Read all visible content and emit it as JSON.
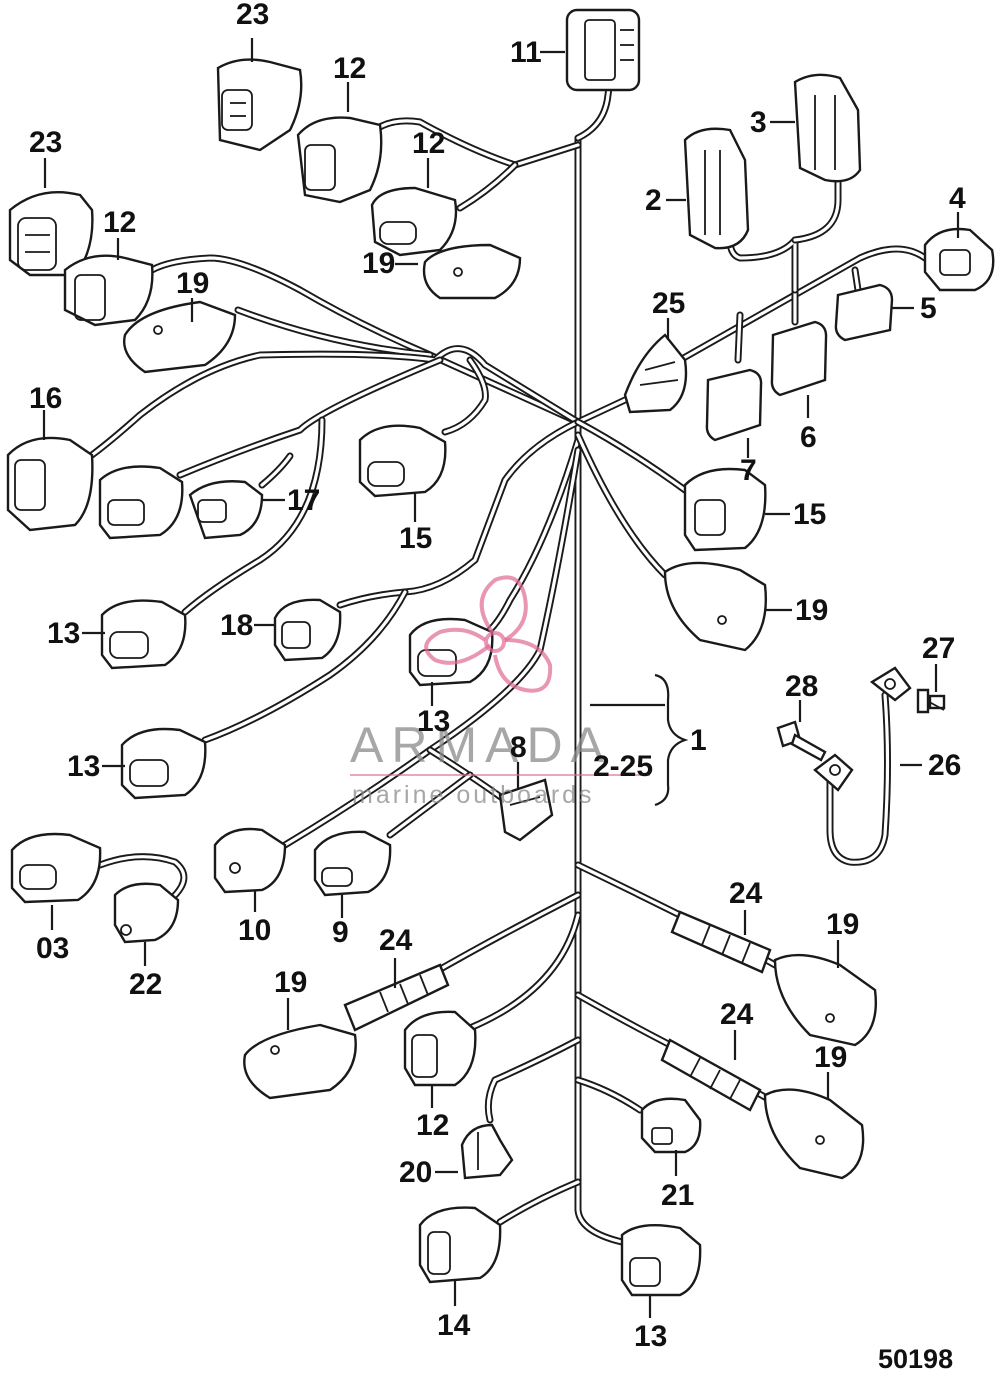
{
  "diagram": {
    "figure_number": "50198",
    "callouts": [
      {
        "n": "23"
      },
      {
        "n": "12"
      },
      {
        "n": "11"
      },
      {
        "n": "23"
      },
      {
        "n": "12"
      },
      {
        "n": "3"
      },
      {
        "n": "12"
      },
      {
        "n": "2"
      },
      {
        "n": "19"
      },
      {
        "n": "4"
      },
      {
        "n": "19"
      },
      {
        "n": "25"
      },
      {
        "n": "5"
      },
      {
        "n": "16"
      },
      {
        "n": "6"
      },
      {
        "n": "7"
      },
      {
        "n": "17"
      },
      {
        "n": "15"
      },
      {
        "n": "15"
      },
      {
        "n": "19"
      },
      {
        "n": "13"
      },
      {
        "n": "18"
      },
      {
        "n": "27"
      },
      {
        "n": "28"
      },
      {
        "n": "13"
      },
      {
        "n": "1"
      },
      {
        "n": "13"
      },
      {
        "n": "8"
      },
      {
        "n": "2-25"
      },
      {
        "n": "26"
      },
      {
        "n": "10"
      },
      {
        "n": "9"
      },
      {
        "n": "03"
      },
      {
        "n": "22"
      },
      {
        "n": "24"
      },
      {
        "n": "19"
      },
      {
        "n": "24"
      },
      {
        "n": "19"
      },
      {
        "n": "24"
      },
      {
        "n": "19"
      },
      {
        "n": "12"
      },
      {
        "n": "20"
      },
      {
        "n": "21"
      },
      {
        "n": "14"
      },
      {
        "n": "13"
      }
    ]
  },
  "watermark": {
    "brand": "ARMADA",
    "tagline": "marine outboards",
    "accent_color": "#e06a95"
  },
  "icons": {
    "connector": "connector-icon",
    "sensor": "sensor-icon",
    "eyelet": "eyelet-terminal-icon",
    "bolt": "bolt-icon"
  }
}
